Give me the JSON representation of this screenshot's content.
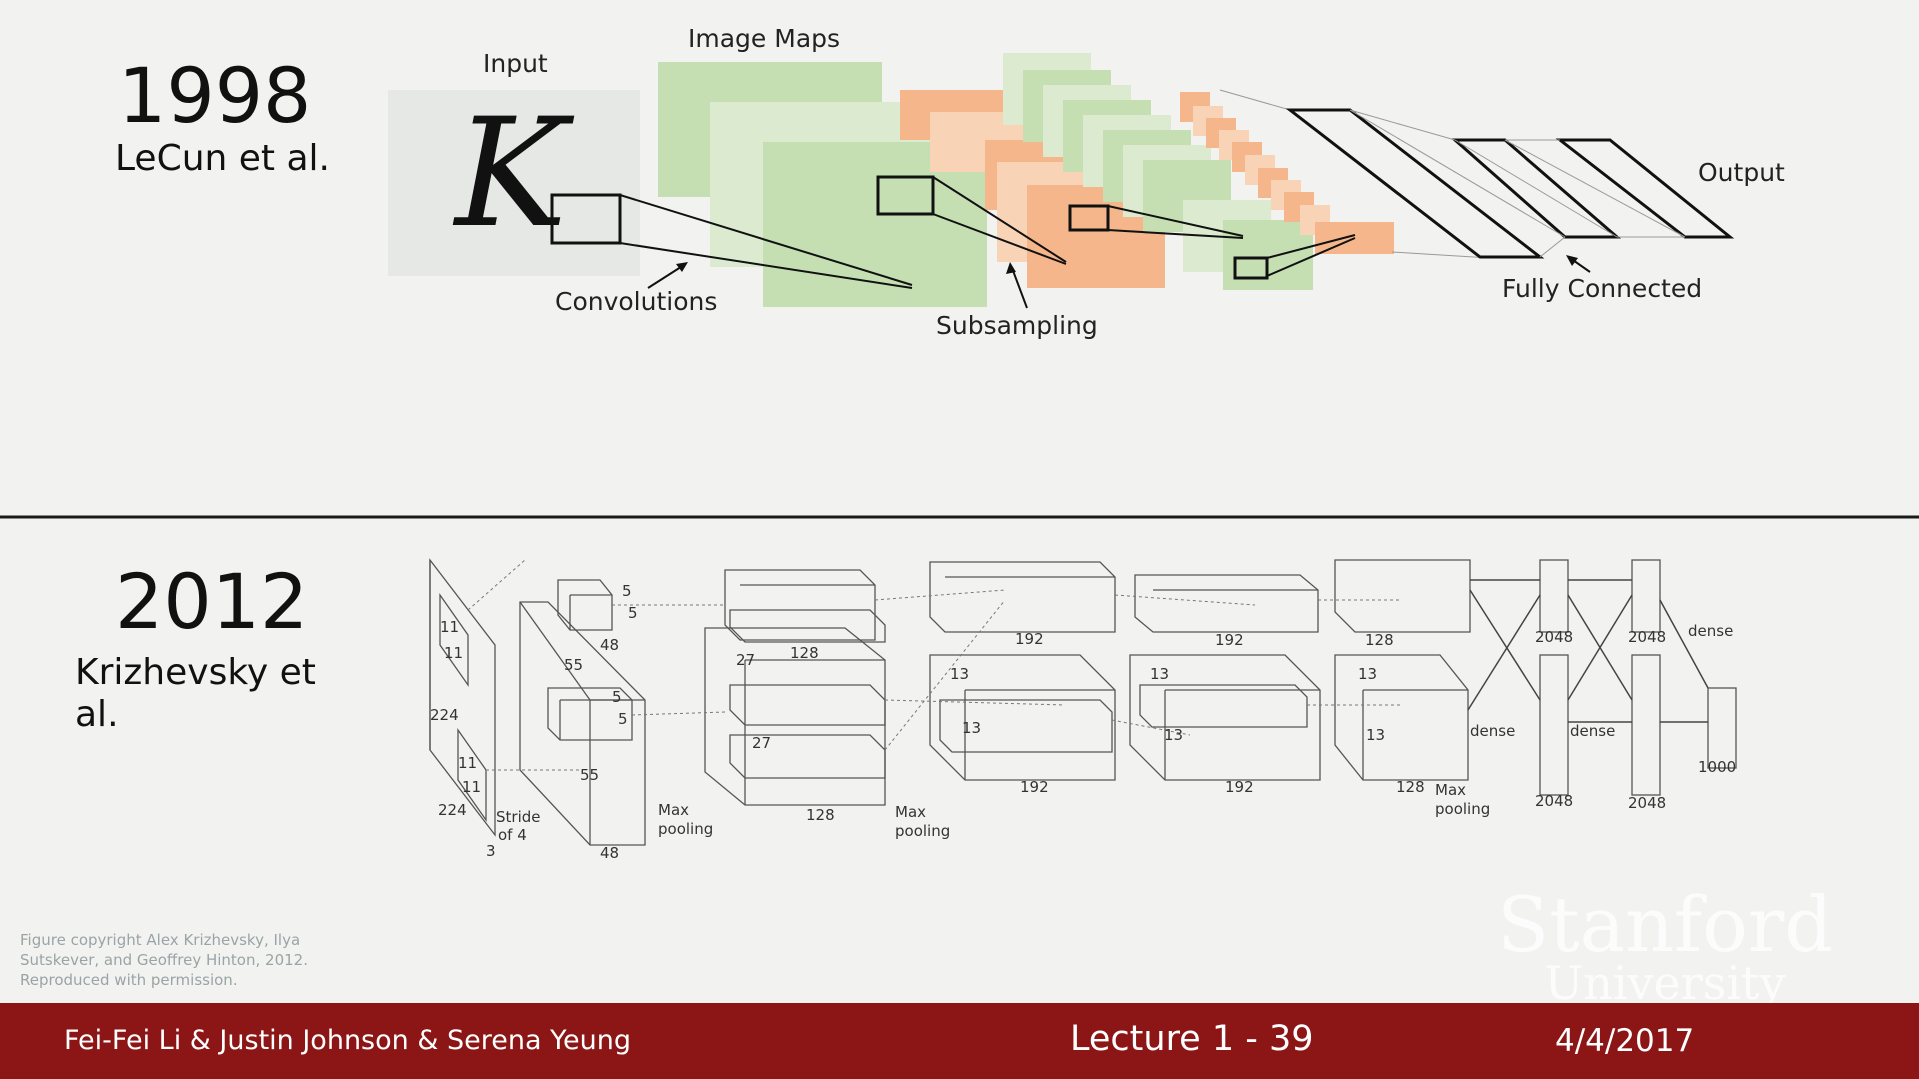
{
  "top": {
    "year": "1998",
    "authors": "LeCun et al.",
    "input_label": "Input",
    "input_glyph": "K",
    "image_maps_label": "Image Maps",
    "output_label": "Output",
    "convolutions_label": "Convolutions",
    "subsampling_label": "Subsampling",
    "fully_connected_label": "Fully Connected"
  },
  "bottom": {
    "year": "2012",
    "authors_line1": "Krizhevsky et",
    "authors_line2": "al.",
    "annotations": {
      "n224a": "224",
      "n224b": "224",
      "n3": "3",
      "n11a": "11",
      "n11b": "11",
      "n11c": "11",
      "n11d": "11",
      "stride1": "Stride",
      "stride2": "of 4",
      "n55a": "55",
      "n55b": "55",
      "n5a": "5",
      "n5b": "5",
      "n5c": "5",
      "n5d": "5",
      "n48a": "48",
      "n48b": "48",
      "n27a": "27",
      "n27b": "27",
      "n128a": "128",
      "n128b": "128",
      "n128c": "128",
      "n128d": "128",
      "maxpool1a": "Max",
      "maxpool1b": "pooling",
      "maxpool2a": "Max",
      "maxpool2b": "pooling",
      "maxpool3a": "Max",
      "maxpool3b": "pooling",
      "n192a": "192",
      "n192b": "192",
      "n192c": "192",
      "n192d": "192",
      "n13a": "13",
      "n13b": "13",
      "n13c": "13",
      "n13d": "13",
      "n13e": "13",
      "n13f": "13",
      "n2048a": "2048",
      "n2048b": "2048",
      "n2048c": "2048",
      "n2048d": "2048",
      "dense1": "dense",
      "dense2": "dense",
      "dense3": "dense",
      "n1000": "1000"
    }
  },
  "copyright": "Figure copyright Alex Krizhevsky, Ilya Sutskever, and Geoffrey Hinton, 2012. Reproduced with permission.",
  "footer": {
    "names": "Fei-Fei Li & Justin Johnson & Serena Yeung",
    "lecture": "Lecture 1 -   39",
    "date": "4/4/2017"
  },
  "logo": {
    "line1": "Stanford",
    "line2": "University"
  },
  "colors": {
    "green": "#c5dfb3",
    "green_light": "#dcebd0",
    "orange": "#f4b68a",
    "orange_light": "#f8d3b6",
    "footer": "#8c1515",
    "divider": "#1a1a1a"
  }
}
